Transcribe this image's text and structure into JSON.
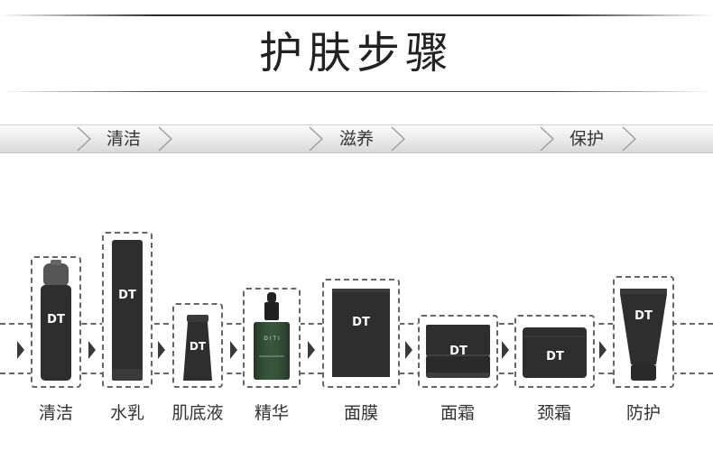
{
  "header": {
    "title": "护肤步骤"
  },
  "stages": [
    {
      "label": "清洁"
    },
    {
      "label": "滋养"
    },
    {
      "label": "保护"
    }
  ],
  "products": [
    {
      "label": "清洁",
      "icon": "foam-bottle-icon"
    },
    {
      "label": "水乳",
      "icon": "lotion-bottle-icon"
    },
    {
      "label": "肌底液",
      "icon": "serum-bottle-icon"
    },
    {
      "label": "精华",
      "icon": "dropper-bottle-icon",
      "bottle_text": "D I T I"
    },
    {
      "label": "面膜",
      "icon": "mask-pack-icon"
    },
    {
      "label": "面霜",
      "icon": "cream-jar-icon"
    },
    {
      "label": "颈霜",
      "icon": "neck-cream-jar-icon"
    },
    {
      "label": "防护",
      "icon": "sunscreen-tube-icon"
    }
  ],
  "brand": {
    "logo_text": "DT"
  },
  "colors": {
    "product_dark": "#2e2e2e",
    "serum_green": "#2f4a33",
    "dash": "#666666"
  }
}
